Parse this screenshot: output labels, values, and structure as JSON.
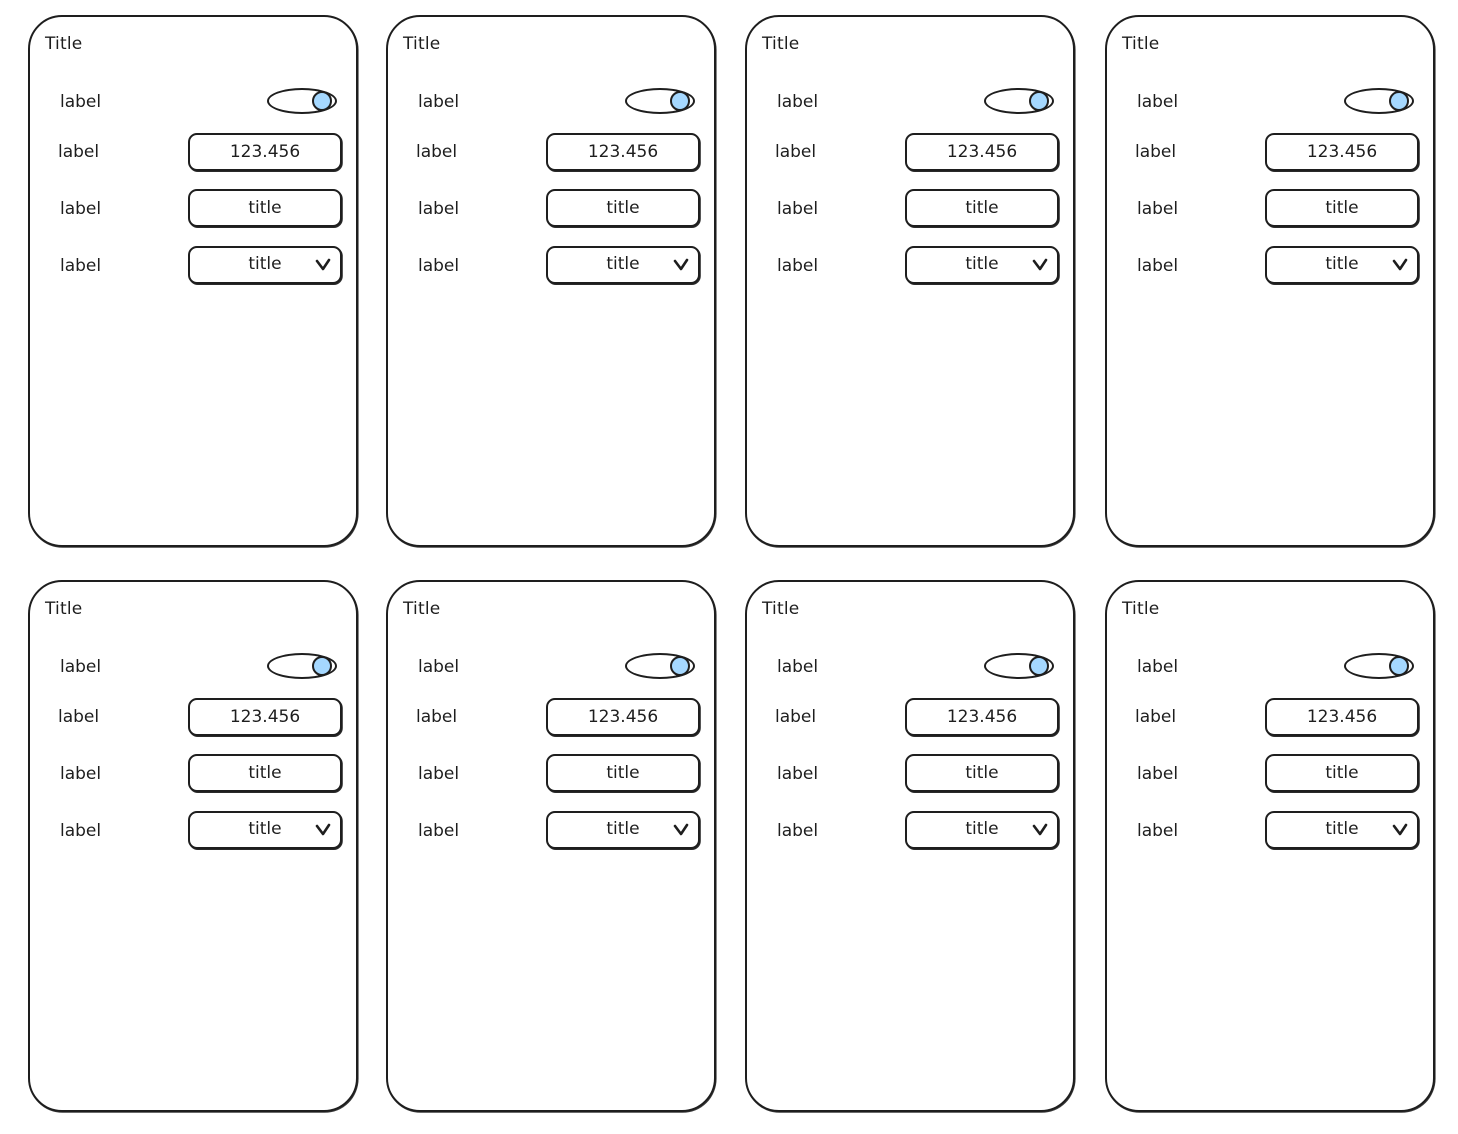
{
  "colors": {
    "stroke": "#1e1e1e",
    "toggle_knob": "#a5d8ff",
    "background": "#ffffff"
  },
  "panels": [
    {
      "title": "Title",
      "rows": [
        {
          "label": "label",
          "type": "toggle",
          "state": "on"
        },
        {
          "label": "label",
          "type": "number",
          "value": "123.456"
        },
        {
          "label": "label",
          "type": "text",
          "value": "title"
        },
        {
          "label": "label",
          "type": "select",
          "value": "title",
          "icon": "chevron-down-icon"
        }
      ]
    },
    {
      "title": "Title",
      "rows": [
        {
          "label": "label",
          "type": "toggle",
          "state": "on"
        },
        {
          "label": "label",
          "type": "number",
          "value": "123.456"
        },
        {
          "label": "label",
          "type": "text",
          "value": "title"
        },
        {
          "label": "label",
          "type": "select",
          "value": "title",
          "icon": "chevron-down-icon"
        }
      ]
    },
    {
      "title": "Title",
      "rows": [
        {
          "label": "label",
          "type": "toggle",
          "state": "on"
        },
        {
          "label": "label",
          "type": "number",
          "value": "123.456"
        },
        {
          "label": "label",
          "type": "text",
          "value": "title"
        },
        {
          "label": "label",
          "type": "select",
          "value": "title",
          "icon": "chevron-down-icon"
        }
      ]
    },
    {
      "title": "Title",
      "rows": [
        {
          "label": "label",
          "type": "toggle",
          "state": "on"
        },
        {
          "label": "label",
          "type": "number",
          "value": "123.456"
        },
        {
          "label": "label",
          "type": "text",
          "value": "title"
        },
        {
          "label": "label",
          "type": "select",
          "value": "title",
          "icon": "chevron-down-icon"
        }
      ]
    },
    {
      "title": "Title",
      "rows": [
        {
          "label": "label",
          "type": "toggle",
          "state": "on"
        },
        {
          "label": "label",
          "type": "number",
          "value": "123.456"
        },
        {
          "label": "label",
          "type": "text",
          "value": "title"
        },
        {
          "label": "label",
          "type": "select",
          "value": "title",
          "icon": "chevron-down-icon"
        }
      ]
    },
    {
      "title": "Title",
      "rows": [
        {
          "label": "label",
          "type": "toggle",
          "state": "on"
        },
        {
          "label": "label",
          "type": "number",
          "value": "123.456"
        },
        {
          "label": "label",
          "type": "text",
          "value": "title"
        },
        {
          "label": "label",
          "type": "select",
          "value": "title",
          "icon": "chevron-down-icon"
        }
      ]
    },
    {
      "title": "Title",
      "rows": [
        {
          "label": "label",
          "type": "toggle",
          "state": "on"
        },
        {
          "label": "label",
          "type": "number",
          "value": "123.456"
        },
        {
          "label": "label",
          "type": "text",
          "value": "title"
        },
        {
          "label": "label",
          "type": "select",
          "value": "title",
          "icon": "chevron-down-icon"
        }
      ]
    },
    {
      "title": "Title",
      "rows": [
        {
          "label": "label",
          "type": "toggle",
          "state": "on"
        },
        {
          "label": "label",
          "type": "number",
          "value": "123.456"
        },
        {
          "label": "label",
          "type": "text",
          "value": "title"
        },
        {
          "label": "label",
          "type": "select",
          "value": "title",
          "icon": "chevron-down-icon"
        }
      ]
    }
  ]
}
